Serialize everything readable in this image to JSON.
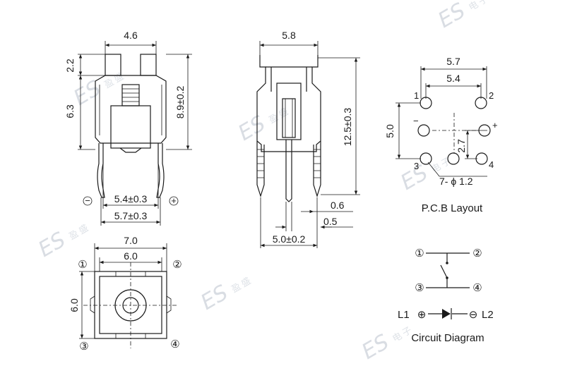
{
  "watermark": {
    "logo": "ES",
    "chars": [
      "盈",
      "盛",
      "电",
      "子"
    ]
  },
  "front_view": {
    "top_width": "4.6",
    "cap_height": "2.2",
    "body_height": "6.3",
    "total_height": "8.9±0.2",
    "inner_pitch": "5.4±0.3",
    "outer_pitch": "5.7±0.3",
    "minus": "−",
    "plus": "+"
  },
  "side_view": {
    "top_width": "5.8",
    "total_height": "12.5±0.3",
    "lead_a": "0.6",
    "lead_b": "0.5",
    "pitch": "5.0±0.2"
  },
  "pcb_layout": {
    "outer_width": "5.7",
    "inner_width": "5.4",
    "height": "5.0",
    "offset": "2.7",
    "holes": "7- ϕ 1.2",
    "pin1": "1",
    "pin2": "2",
    "pin3": "3",
    "pin4": "4",
    "minus": "−",
    "plus": "+",
    "caption": "P.C.B Layout"
  },
  "bottom_view": {
    "outer_width": "7.0",
    "inner_width": "6.0",
    "height": "6.0",
    "pin1": "①",
    "pin2": "②",
    "pin3": "③",
    "pin4": "④"
  },
  "circuit": {
    "pin1": "①",
    "pin2": "②",
    "pin3": "③",
    "pin4": "④",
    "l1": "L1",
    "l2": "L2",
    "l1_symbol": "⊕",
    "l2_symbol": "⊖",
    "caption": "Circuit Diagram"
  }
}
